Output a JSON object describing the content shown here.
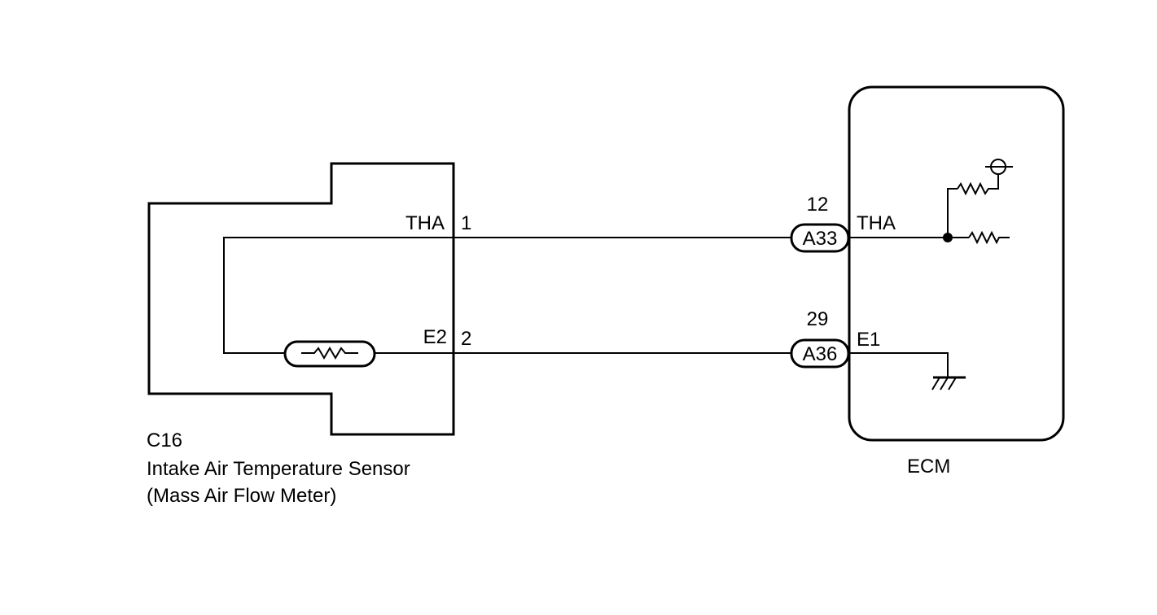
{
  "sensor": {
    "code": "C16",
    "name": "Intake Air Temperature Sensor",
    "subname": "(Mass Air Flow Meter)",
    "pins": [
      {
        "signal": "THA",
        "number": "1"
      },
      {
        "signal": "E2",
        "number": "2"
      }
    ]
  },
  "ecm": {
    "label": "ECM",
    "pins": [
      {
        "connector": "A33",
        "number": "12",
        "signal": "THA"
      },
      {
        "connector": "A36",
        "number": "29",
        "signal": "E1"
      }
    ]
  }
}
